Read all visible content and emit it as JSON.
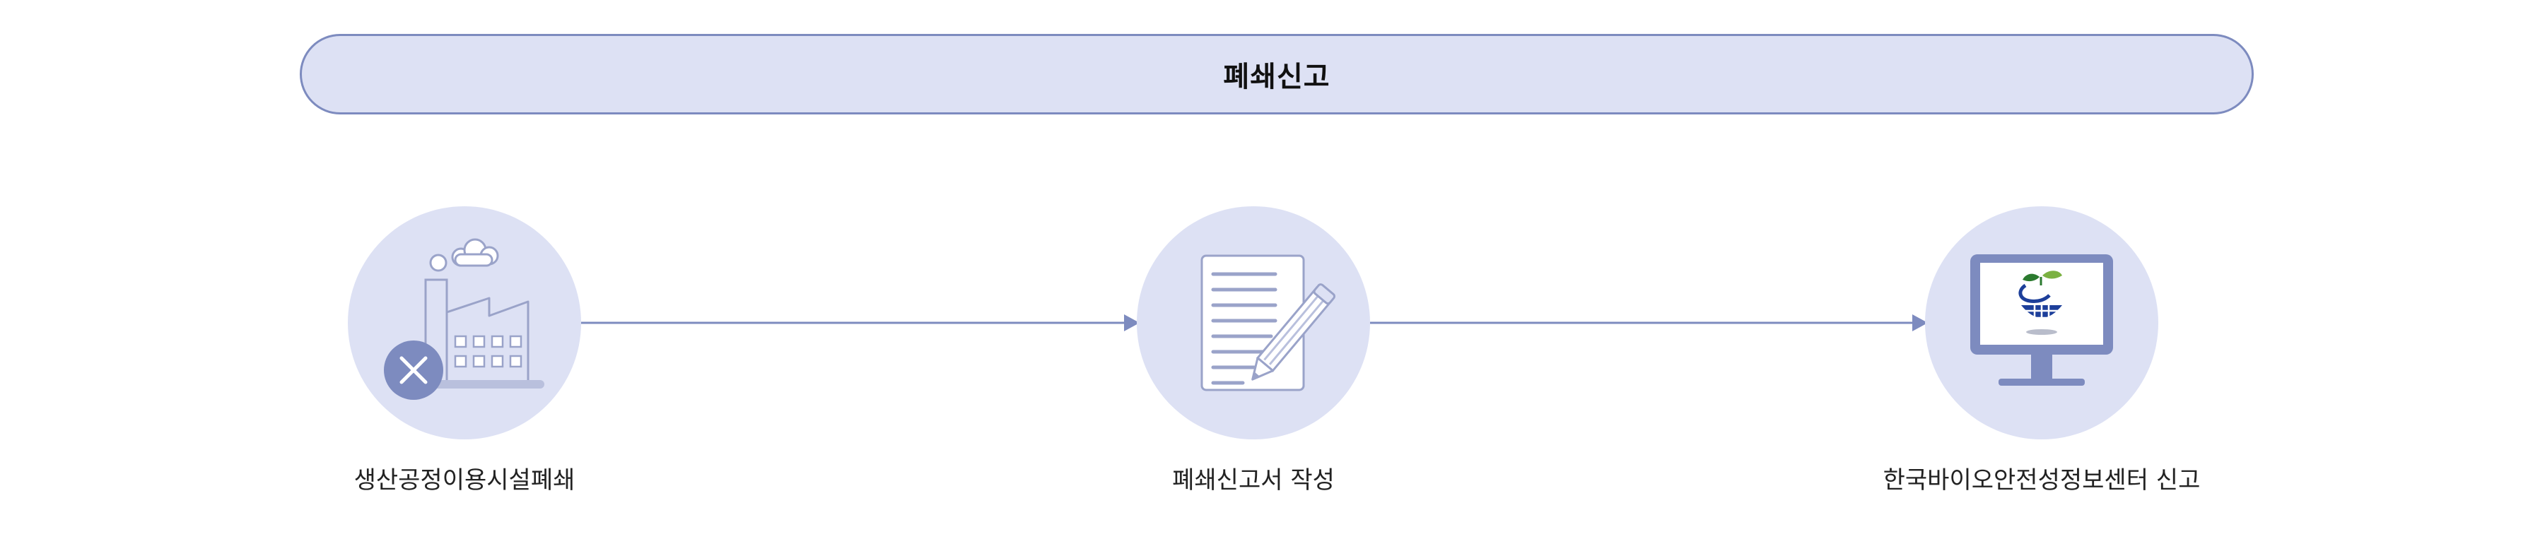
{
  "header": {
    "title": "폐쇄신고"
  },
  "steps": [
    {
      "label": "생산공정이용시설폐쇄",
      "icon": "factory-closed-icon"
    },
    {
      "label": "폐쇄신고서 작성",
      "icon": "document-pencil-icon"
    },
    {
      "label": "한국바이오안전성정보센터 신고",
      "icon": "monitor-logo-icon"
    }
  ],
  "colors": {
    "pill_fill": "#dde1f4",
    "pill_border": "#7d8bbf",
    "circle_fill": "#dde1f4",
    "accent": "#7d8bbf",
    "arrow": "#7d8bbf"
  }
}
